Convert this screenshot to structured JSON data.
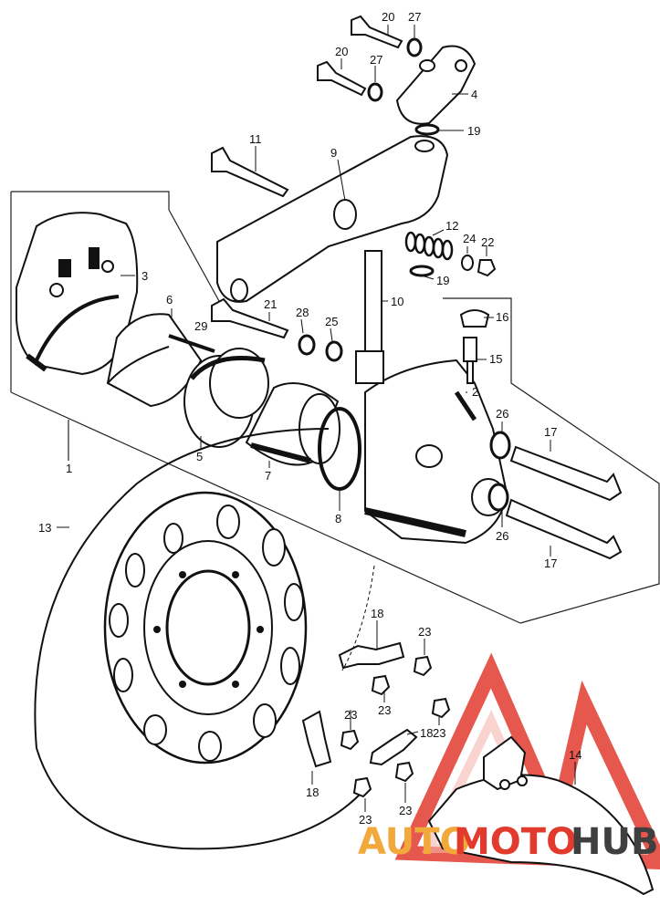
{
  "watermark": {
    "text_part1": "AUTO",
    "text_part2": "MOTO",
    "text_part3": "HUB",
    "color_orange": "#f2a93b",
    "color_red": "#e23b2e",
    "color_gray": "#3f3f3f"
  },
  "callouts": [
    {
      "id": "c20a",
      "label": "20"
    },
    {
      "id": "c27a",
      "label": "27"
    },
    {
      "id": "c20b",
      "label": "20"
    },
    {
      "id": "c27b",
      "label": "27"
    },
    {
      "id": "c4",
      "label": "4"
    },
    {
      "id": "c19a",
      "label": "19"
    },
    {
      "id": "c11",
      "label": "11"
    },
    {
      "id": "c9",
      "label": "9"
    },
    {
      "id": "c12",
      "label": "12"
    },
    {
      "id": "c24",
      "label": "24"
    },
    {
      "id": "c22",
      "label": "22"
    },
    {
      "id": "c19b",
      "label": "19"
    },
    {
      "id": "c3",
      "label": "3"
    },
    {
      "id": "c6",
      "label": "6"
    },
    {
      "id": "c29",
      "label": "29"
    },
    {
      "id": "c21",
      "label": "21"
    },
    {
      "id": "c28",
      "label": "28"
    },
    {
      "id": "c25",
      "label": "25"
    },
    {
      "id": "c10",
      "label": "10"
    },
    {
      "id": "c16",
      "label": "16"
    },
    {
      "id": "c15",
      "label": "15"
    },
    {
      "id": "c2",
      "label": "2"
    },
    {
      "id": "c1",
      "label": "1"
    },
    {
      "id": "c5",
      "label": "5"
    },
    {
      "id": "c7",
      "label": "7"
    },
    {
      "id": "c8",
      "label": "8"
    },
    {
      "id": "c26a",
      "label": "26"
    },
    {
      "id": "c17a",
      "label": "17"
    },
    {
      "id": "c26b",
      "label": "26"
    },
    {
      "id": "c17b",
      "label": "17"
    },
    {
      "id": "c13",
      "label": "13"
    },
    {
      "id": "c18a",
      "label": "18"
    },
    {
      "id": "c23a",
      "label": "23"
    },
    {
      "id": "c23b",
      "label": "23"
    },
    {
      "id": "c23c",
      "label": "23"
    },
    {
      "id": "c18b",
      "label": "18"
    },
    {
      "id": "c23d",
      "label": "23"
    },
    {
      "id": "c18c",
      "label": "18"
    },
    {
      "id": "c23e",
      "label": "23"
    },
    {
      "id": "c23f",
      "label": "23"
    },
    {
      "id": "c14",
      "label": "14"
    }
  ]
}
